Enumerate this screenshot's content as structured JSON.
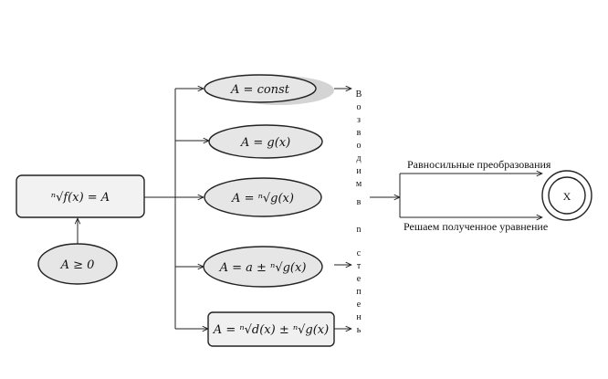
{
  "root": {
    "label": "ⁿ√f(x) = A",
    "condition": "A ≥ 0"
  },
  "cases": [
    {
      "label": "A = const"
    },
    {
      "label": "A = g(x)"
    },
    {
      "label": "A = ⁿ√g(x)"
    },
    {
      "label": "A = a ± ⁿ√g(x)"
    },
    {
      "label": "A = ⁿ√d(x) ± ⁿ√g(x)"
    }
  ],
  "vertical_note": [
    "В",
    "о",
    "з",
    "в",
    "о",
    "д",
    "и",
    "м",
    " ",
    "в",
    " ",
    "n",
    " ",
    "с",
    "т",
    "е",
    "п",
    "е",
    "н",
    "ь"
  ],
  "paths": {
    "top": "Равносильные преобразования",
    "bottom": "Решаем полученное уравнение"
  },
  "result": "X",
  "colors": {
    "node_fill": "#e6e6e6",
    "stroke": "#222222",
    "shadow": "#d4d4d4"
  }
}
